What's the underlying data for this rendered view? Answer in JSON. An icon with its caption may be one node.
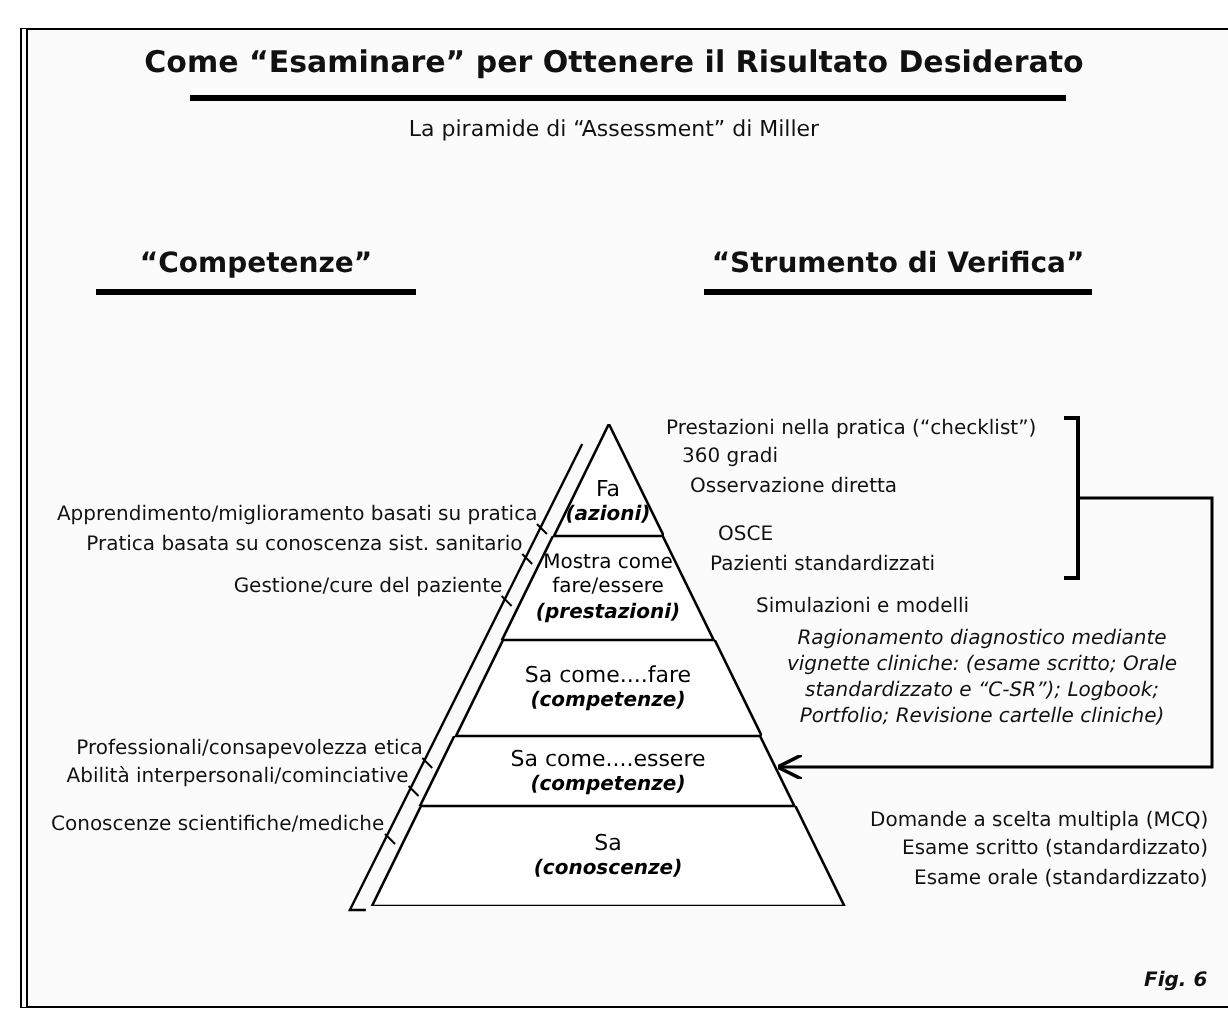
{
  "diagram": {
    "title": "Come “Esaminare” per Ottenere il Risultato Desiderato",
    "nodes": [
      {
        "text": [
          "Fa",
          "(azioni)"
        ]
      },
      {
        "text": [
          "Mostra come fare/essere",
          "(prestazioni)"
        ]
      },
      {
        "text": [
          "Sa come....fare",
          "(competenze)"
        ]
      },
      {
        "text": [
          "Sa come....essere",
          "(competenze)"
        ]
      },
      {
        "text": [
          "Sa",
          "(conoscenze)"
        ]
      }
    ],
    "edges": [
      {
        "from": null,
        "to": 3,
        "arrow": "to"
      }
    ],
    "labels": [
      "La piramide di “Assessment” di Miller",
      "“Competenze”",
      "“Strumento di Verifica”",
      "Prestazioni nella pratica (“checklist”)",
      "360 gradi",
      "Osservazione diretta",
      "Apprendimento/miglioramento basati su pratica",
      "Pratica basata su conoscenza sist. sanitario",
      "OSCE",
      "Pazienti standardizzati",
      "Gestione/cure del paziente",
      "Simulazioni e modelli",
      "Ragionamento diagnostico mediante vignette cliniche: (esame scritto; Orale standardizzato e “C-SR”); Logbook; Portfolio; Revisione cartelle cliniche)",
      "Professionali/consapevolezza etica",
      "Abilità interpersonali/cominciative",
      "Conoscenze scientifiche/mediche",
      "Domande a scelta multipla (MCQ)",
      "Esame scritto (standardizzato)",
      "Esame orale (standardizzato)",
      "Fig. 6"
    ]
  }
}
